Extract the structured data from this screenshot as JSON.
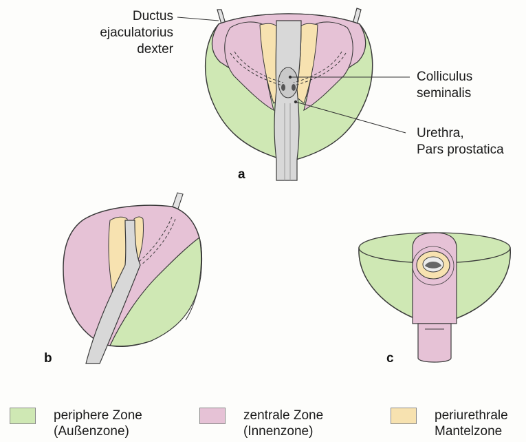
{
  "colors": {
    "peripheral": "#cfe8b4",
    "central": "#e6c2d6",
    "periurethral": "#f7e2b0",
    "urethra": "#d8d8d8",
    "outline": "#3a3a3a"
  },
  "labels": {
    "ductus": [
      "Ductus",
      "ejaculatorius",
      "dexter"
    ],
    "colliculus": [
      "Colliculus",
      "seminalis"
    ],
    "urethra": [
      "Urethra,",
      "Pars prostatica"
    ]
  },
  "panels": {
    "a": "a",
    "b": "b",
    "c": "c"
  },
  "legend": [
    {
      "name": "periphere Zone",
      "sub": "(Außenzone)",
      "color": "#cfe8b4"
    },
    {
      "name": "zentrale Zone",
      "sub": "(Innenzone)",
      "color": "#e6c2d6"
    },
    {
      "name": "periurethrale",
      "sub": "Mantelzone",
      "color": "#f7e2b0"
    }
  ]
}
